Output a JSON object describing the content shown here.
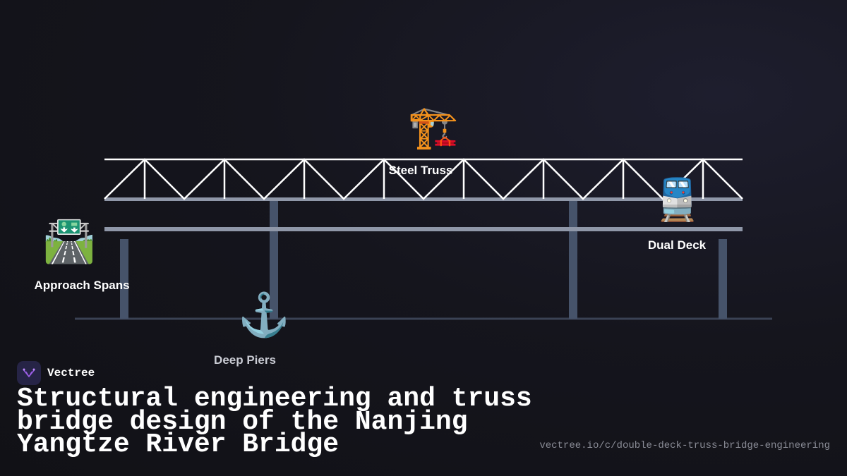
{
  "colors": {
    "truss": "#ffffff",
    "deck": "#8f97a8",
    "pier": "#46536a",
    "ground": "#3a4254",
    "accent": "#9b5de5"
  },
  "nodes": {
    "steel_truss": {
      "label": "Steel Truss",
      "icon": "construction-crane-icon"
    },
    "dual_deck": {
      "label": "Dual Deck",
      "icon": "train-icon"
    },
    "approach_spans": {
      "label": "Approach Spans",
      "icon": "motorway-icon"
    },
    "deep_piers": {
      "label": "Deep Piers",
      "icon": "anchor-icon"
    }
  },
  "brand": {
    "name": "Vectree",
    "icon": "vectree-logo-icon"
  },
  "title": "Structural engineering and truss bridge design of the Nanjing Yangtze River Bridge",
  "url": "vectree.io/c/double-deck-truss-bridge-engineering"
}
